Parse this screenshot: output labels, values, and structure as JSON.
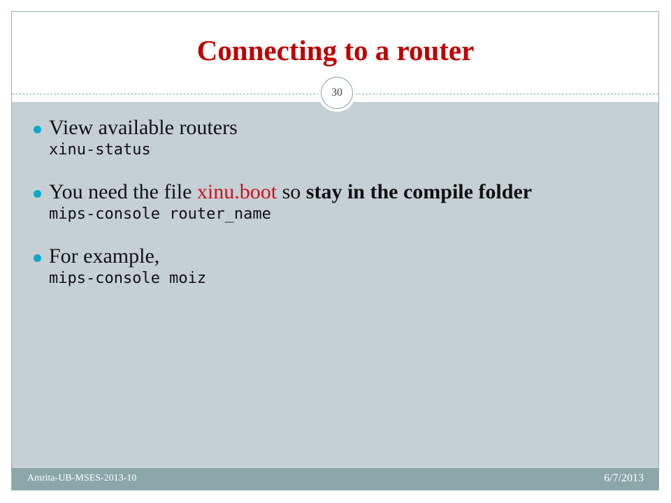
{
  "slide": {
    "title": "Connecting to a router",
    "page_number": "30",
    "bullets": [
      {
        "text": "View available routers",
        "code": "xinu-status"
      },
      {
        "part1": "You need the file ",
        "highlight": "xinu.boot",
        "part2": " so ",
        "bold": "stay in the compile folder",
        "code": "mips-console router_name"
      },
      {
        "text": "For example,",
        "code": "mips-console moiz"
      }
    ],
    "footer": {
      "left": "Amrita-UB-MSES-2013-10",
      "right": "6/7/2013"
    },
    "colors": {
      "title": "#c00000",
      "highlight": "#d0101a",
      "bullet_dot": "#0fa6c7",
      "content_bg": "#c5d0d5",
      "footer_bg": "#8ba7a8"
    }
  }
}
